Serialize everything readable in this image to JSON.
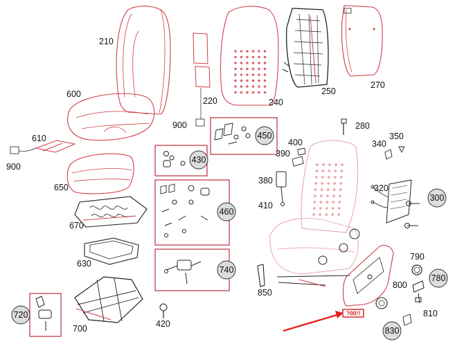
{
  "colors": {
    "line_red": "#d23b48",
    "arrow_red": "#e02020",
    "callout_fill": "#dcdcdc",
    "ink": "#222222"
  },
  "labels": {
    "p210": "210",
    "p220": "220",
    "p240": "240",
    "p250": "250",
    "p270": "270",
    "p600": "600",
    "p610": "610",
    "p900a": "900",
    "p900b": "900",
    "p280": "280",
    "p400": "400",
    "p390": "390",
    "p340": "340",
    "p350": "350",
    "p380": "380",
    "p320": "320",
    "p410": "410",
    "p650": "650",
    "p670": "670",
    "p630": "630",
    "p700": "700",
    "p420": "420",
    "p850": "850",
    "p790": "790",
    "p800": "800",
    "p810": "810"
  },
  "callouts": {
    "c450": "450",
    "c430": "430",
    "c460": "460",
    "c740": "740",
    "c720": "720",
    "c300": "300",
    "c780": "780",
    "c830": "830"
  },
  "tag": {
    "text": "?00!!"
  },
  "icons": [
    "seat-assembly-icon",
    "backrest-icon",
    "seat-cushion-icon",
    "seat-frame-icon",
    "fastener-icon",
    "indicator-arrow-icon"
  ]
}
